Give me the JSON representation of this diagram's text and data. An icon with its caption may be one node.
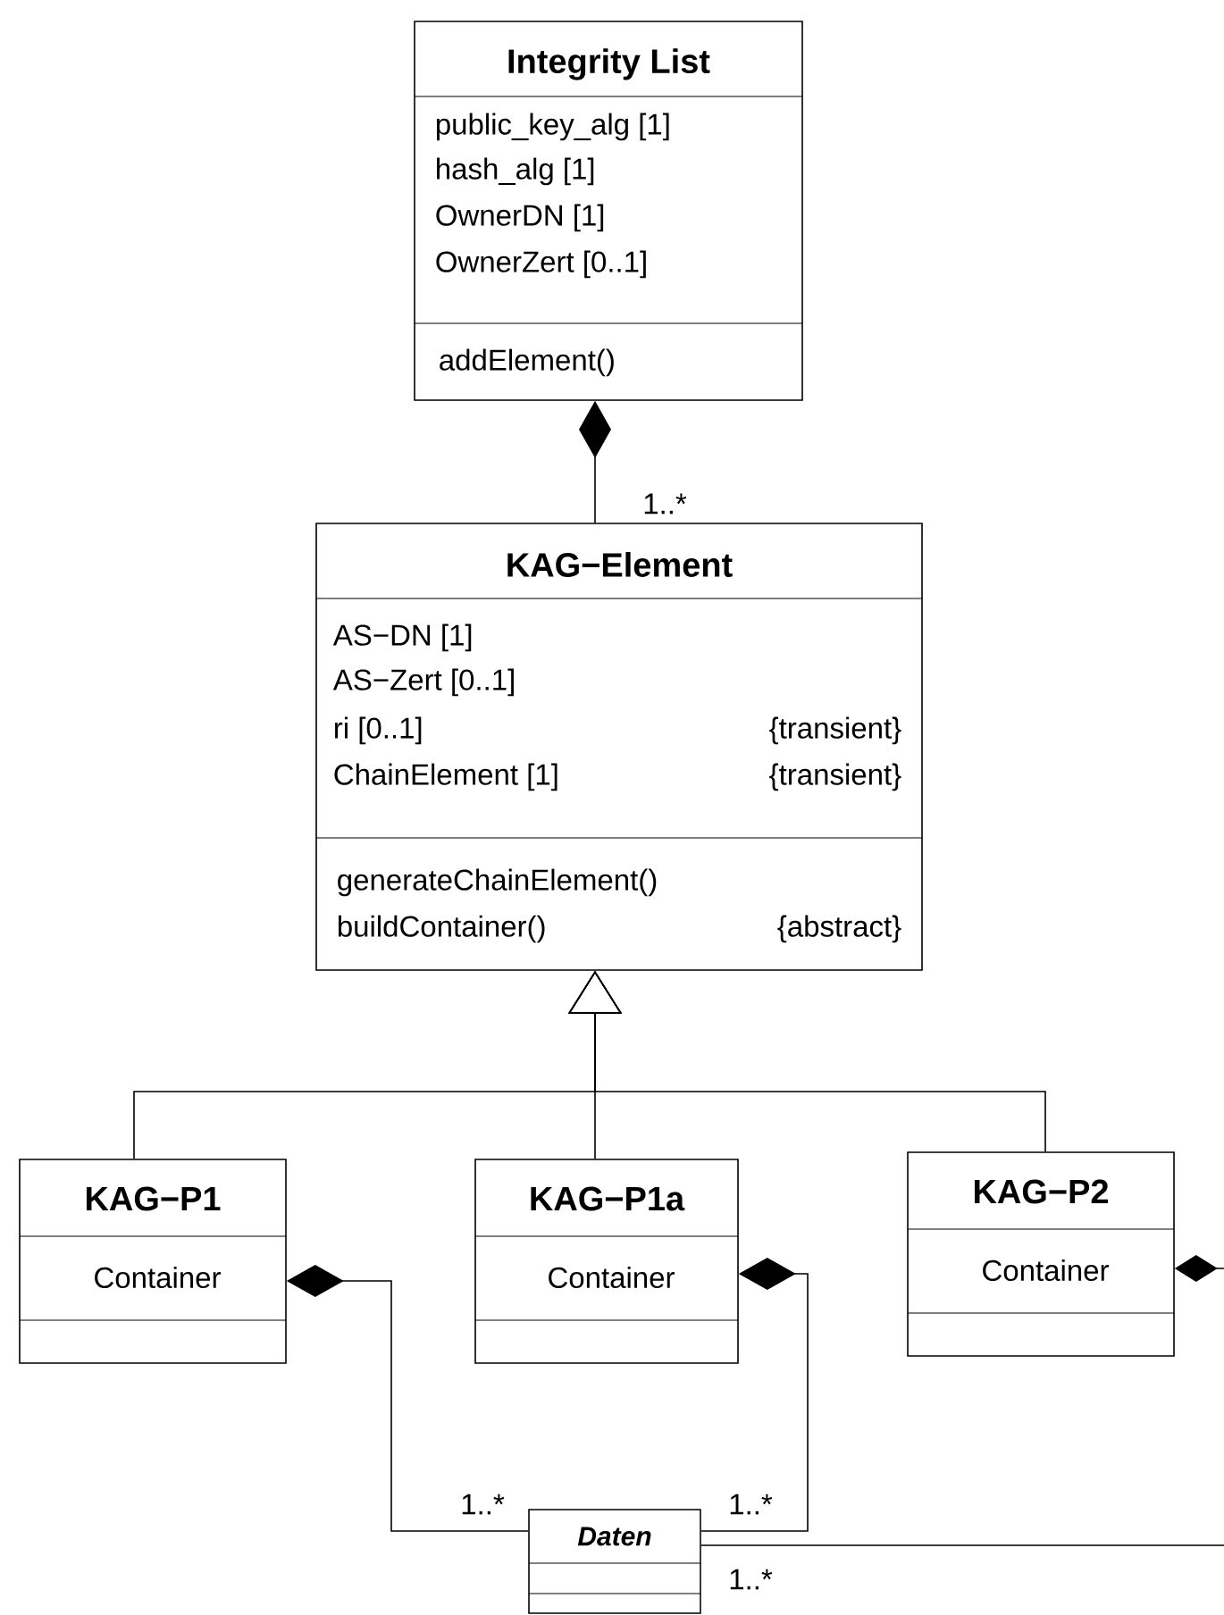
{
  "diagram": {
    "nodes": [
      {
        "text": [
          "Integrity List",
          "public_key_alg [1]",
          "hash_alg [1]",
          "OwnerDN [1]",
          "OwnerZert [0..1]",
          "addElement()"
        ]
      },
      {
        "text": [
          "KAG−Element",
          "AS−DN [1]",
          "AS−Zert [0..1]",
          "ri [0..1]",
          "{transient}",
          "ChainElement [1]",
          "{transient}",
          "generateChainElement()",
          "buildContainer()",
          "{abstract}"
        ]
      },
      {
        "text": [
          "KAG−P1",
          "Container"
        ]
      },
      {
        "text": [
          "KAG−P1a",
          "Container"
        ]
      },
      {
        "text": [
          "KAG−P2",
          "Container"
        ]
      },
      {
        "text": [
          "Daten"
        ]
      }
    ],
    "edges": [
      {
        "from": 0,
        "to": 1,
        "arrow": "other",
        "label": "1..*"
      },
      {
        "from": 2,
        "to": 1,
        "arrow": "to"
      },
      {
        "from": 3,
        "to": 1,
        "arrow": "to"
      },
      {
        "from": 4,
        "to": 1,
        "arrow": "to"
      },
      {
        "from": 2,
        "to": 5,
        "arrow": "other",
        "label": "1..*"
      },
      {
        "from": 3,
        "to": 5,
        "arrow": "other",
        "label": "1..*"
      },
      {
        "from": 4,
        "to": null,
        "arrow": "other"
      },
      {
        "from": null,
        "to": 5,
        "arrow": "none",
        "label": "1..*"
      }
    ]
  }
}
